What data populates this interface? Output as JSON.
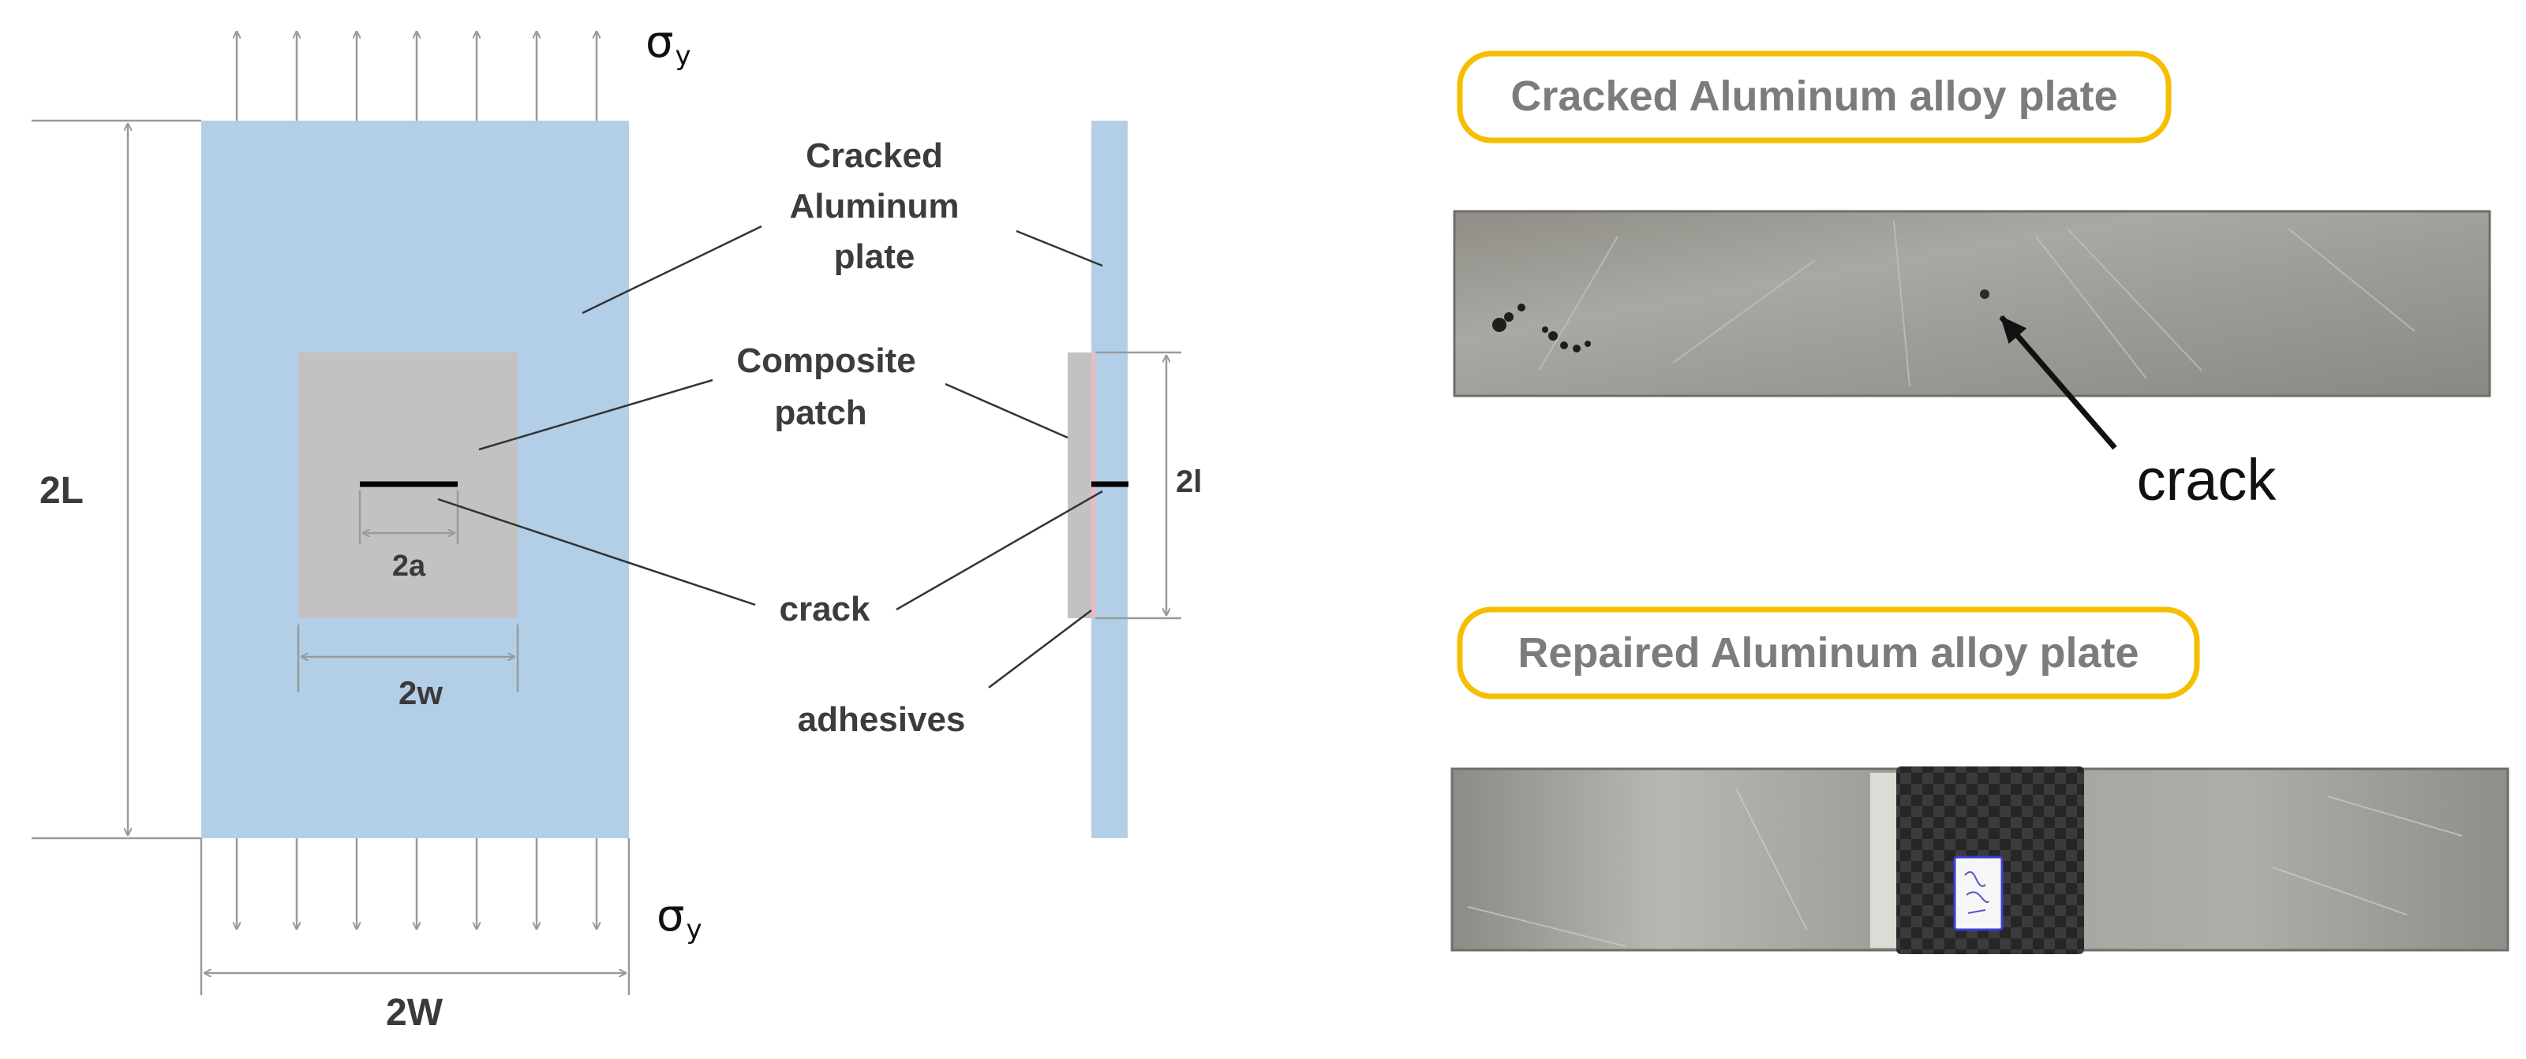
{
  "diagram": {
    "labels": {
      "cracked_plate": [
        "Cracked",
        "Aluminum",
        "plate"
      ],
      "composite_patch": [
        "Composite",
        "patch"
      ],
      "crack": "crack",
      "adhesives": "adhesives"
    },
    "dimensions": {
      "height": "2L",
      "width": "2W",
      "patch_width": "2w",
      "crack_length": "2a",
      "patch_length": "2l"
    },
    "stress": {
      "symbol": "σ",
      "subscript": "y"
    }
  },
  "photos": {
    "cracked_title": "Cracked Aluminum alloy plate",
    "crack_label": "crack",
    "repaired_title": "Repaired Aluminum alloy plate"
  },
  "colors": {
    "plate": "#b3cfe7",
    "patch": "#c2c2c2",
    "adhesive": "#f2b8c0",
    "callout_border": "#f5be00",
    "aluminum": "#9c9b95",
    "carbon": "#2a2a2a"
  }
}
